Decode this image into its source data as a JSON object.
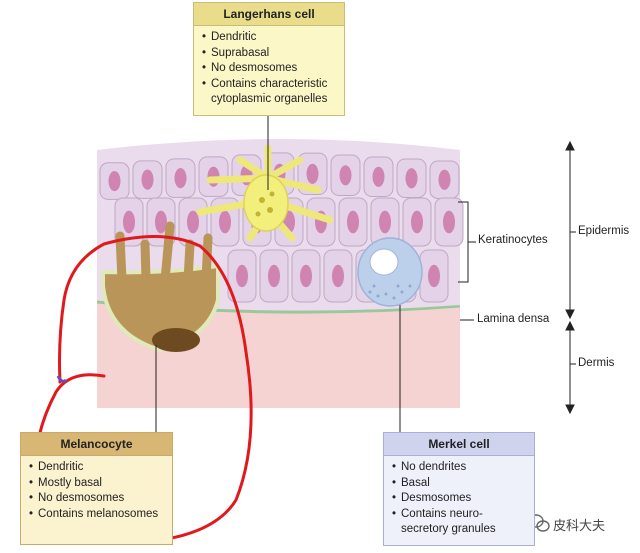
{
  "langerhans": {
    "title": "Langerhans cell",
    "items": [
      "Dendritic",
      "Suprabasal",
      "No desmosomes",
      "Contains characteristic",
      "cytoplasmic organelles"
    ]
  },
  "melanocyte": {
    "title": "Melancocyte",
    "items": [
      "Dendritic",
      "Mostly basal",
      "No desmosomes",
      "Contains melanosomes"
    ]
  },
  "merkel": {
    "title": "Merkel cell",
    "items": [
      "No dendrites",
      "Basal",
      "Desmosomes",
      "Contains neuro-",
      "secretory granules"
    ]
  },
  "labels": {
    "keratinocytes": "Keratinocytes",
    "lamina_densa": "Lamina densa",
    "epidermis": "Epidermis",
    "dermis": "Dermis"
  },
  "watermark": "皮科大夫",
  "colors": {
    "keratinocyte_fill": "#e4d2e8",
    "nucleus": "#c86aa0",
    "dermis": "#f6d3d3",
    "langerhans": "#f3ef7c",
    "melanocyte": "#b9955a",
    "merkel": "#bcd0ec",
    "annotation": "#e0191d"
  }
}
